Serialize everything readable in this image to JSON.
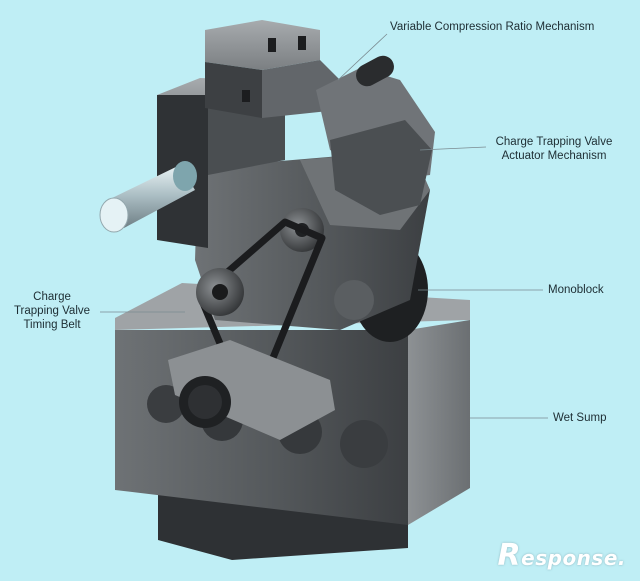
{
  "labels": {
    "vcr": "Variable Compression Ratio Mechanism",
    "ctv_actuator_line1": "Charge Trapping Valve",
    "ctv_actuator_line2": "Actuator Mechanism",
    "ctv_belt_line1": "Charge",
    "ctv_belt_line2": "Trapping Valve",
    "ctv_belt_line3": "Timing Belt",
    "monoblock": "Monoblock",
    "wet_sump": "Wet Sump"
  },
  "watermark": {
    "first": "R",
    "rest": "esponse."
  },
  "colors": {
    "background": "#bfeef5",
    "engine_body": "#55595c",
    "leader": "#7a8a90"
  }
}
